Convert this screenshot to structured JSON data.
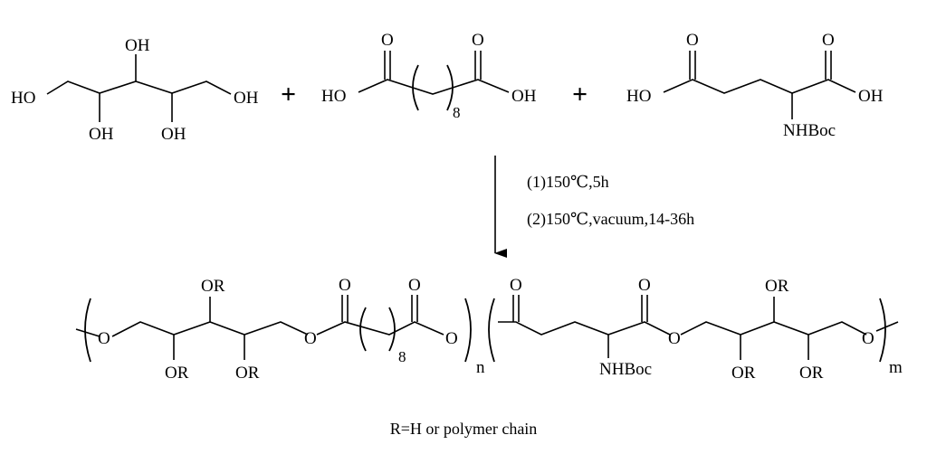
{
  "atoms": {
    "oh": "OH",
    "ho": "HO",
    "o": "O",
    "or": "OR",
    "nhboc": "NHBoc",
    "eight": "8",
    "n": "n",
    "m": "m"
  },
  "operators": {
    "plus": "+"
  },
  "conditions": {
    "step1": "(1)150℃,5h",
    "step2": "(2)150℃,vacuum,14-36h"
  },
  "footnote": "R=H or polymer chain"
}
